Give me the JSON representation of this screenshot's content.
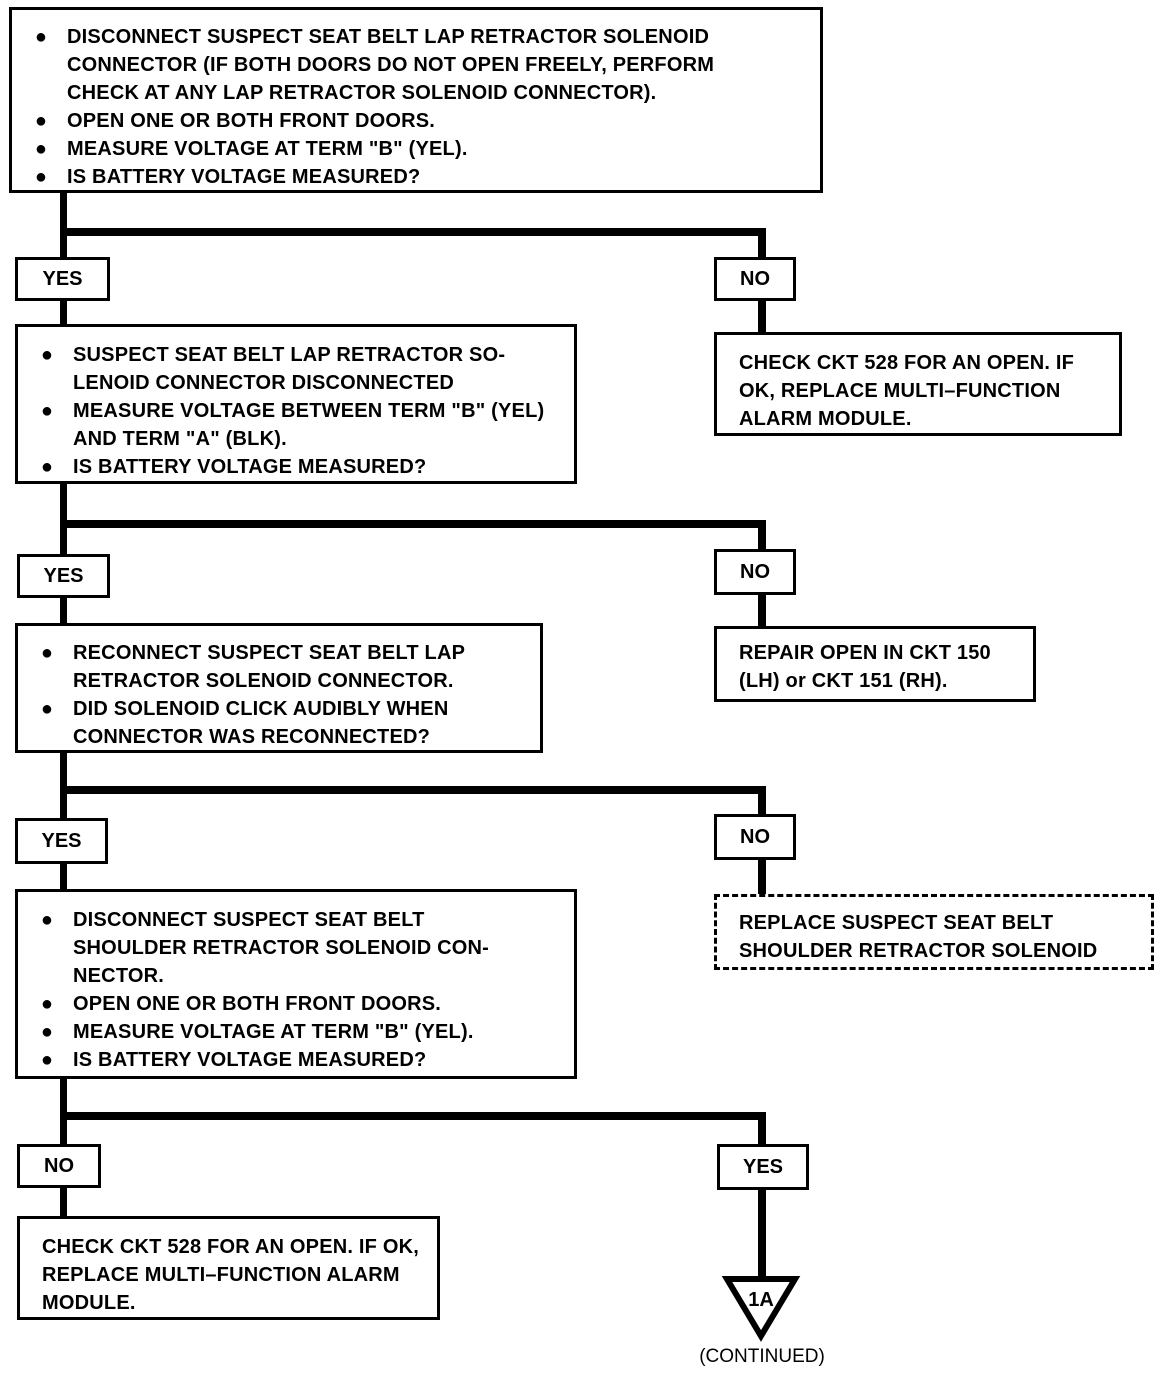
{
  "step1": {
    "items": [
      "DISCONNECT SUSPECT SEAT BELT LAP RETRACTOR SOLENOID CONNECTOR (IF BOTH DOORS DO NOT OPEN FREELY, PERFORM CHECK AT ANY LAP RETRACTOR SOLENOID CONNECTOR).",
      "OPEN ONE OR BOTH FRONT DOORS.",
      "MEASURE VOLTAGE AT TERM \"B\" (YEL).",
      "IS BATTERY VOLTAGE MEASURED?"
    ],
    "yes_label": "YES",
    "no_label": "NO",
    "no_result": "CHECK CKT 528 FOR AN OPEN. IF OK, REPLACE MULTI–FUNCTION ALARM MODULE."
  },
  "step2": {
    "items": [
      "SUSPECT SEAT BELT LAP RETRACTOR SO-LENOID CONNECTOR DISCONNECTED",
      "MEASURE VOLTAGE BETWEEN TERM \"B\" (YEL) AND TERM \"A\" (BLK).",
      "IS BATTERY VOLTAGE MEASURED?"
    ],
    "yes_label": "YES",
    "no_label": "NO",
    "no_result": "REPAIR OPEN IN CKT 150 (LH) or CKT 151 (RH)."
  },
  "step3": {
    "items": [
      "RECONNECT SUSPECT SEAT BELT LAP RETRACTOR SOLENOID CONNECTOR.",
      "DID SOLENOID CLICK AUDIBLY WHEN CONNECTOR WAS RECONNECTED?"
    ],
    "yes_label": "YES",
    "no_label": "NO",
    "no_result": "REPLACE SUSPECT SEAT BELT SHOULDER RETRACTOR SOLENOID"
  },
  "step4": {
    "items": [
      "DISCONNECT SUSPECT SEAT BELT SHOULDER RETRACTOR SOLENOID CON-NECTOR.",
      "OPEN ONE OR BOTH FRONT DOORS.",
      "MEASURE VOLTAGE AT TERM \"B\" (YEL).",
      "IS BATTERY VOLTAGE MEASURED?"
    ],
    "no_label": "NO",
    "yes_label": "YES",
    "no_result": "CHECK CKT 528 FOR AN OPEN. IF OK, REPLACE MULTI–FUNCTION ALARM MODULE."
  },
  "connector": {
    "label": "1A",
    "caption": "(CONTINUED)"
  },
  "bullet": "●"
}
